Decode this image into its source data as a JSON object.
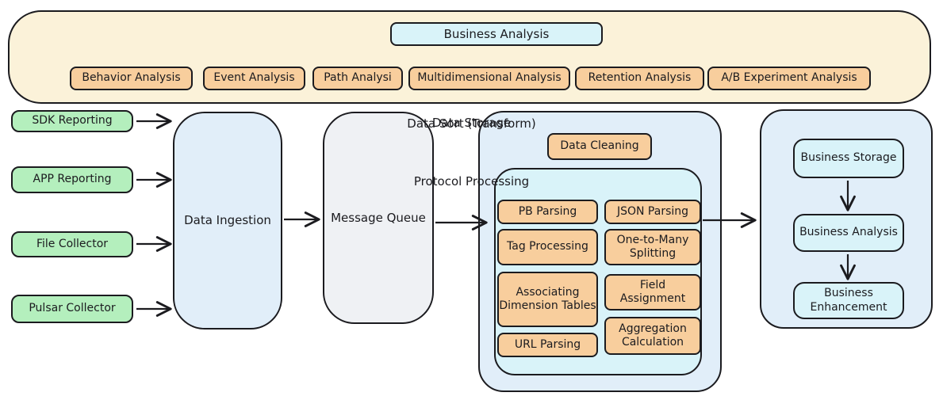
{
  "banner": {
    "title": "Business Analysis",
    "items": [
      "Behavior Analysis",
      "Event Analysis",
      "Path Analysi",
      "Multidimensional Analysis",
      "Retention Analysis",
      "A/B Experiment Analysis"
    ]
  },
  "sources": [
    "SDK Reporting",
    "APP Reporting",
    "File Collector",
    "Pulsar Collector"
  ],
  "ingestion": {
    "label": "Data Ingestion"
  },
  "queue": {
    "label": "Message Queue"
  },
  "transform": {
    "title": "Data Sort (Transform)",
    "cleaning": "Data Cleaning",
    "protocol": {
      "title": "Protocol Processing",
      "left": [
        "PB Parsing",
        "Tag Processing",
        "Associating Dimension Tables",
        "URL Parsing"
      ],
      "right": [
        "JSON Parsing",
        "One-to-Many Splitting",
        "Field Assignment",
        "Aggregation Calculation"
      ]
    }
  },
  "storage": {
    "title": "Data Storage",
    "stages": [
      "Business Storage",
      "Business Analysis",
      "Business Enhancement"
    ]
  },
  "colors": {
    "stroke": "#1b1b1f",
    "banner_fill": "#fbf2d9",
    "orange_fill": "#f8ce9d",
    "green_fill": "#b4efbd",
    "blue_fill": "#e1eef9",
    "cyan_fill": "#d9f3f9",
    "gray_fill": "#eff1f4"
  }
}
